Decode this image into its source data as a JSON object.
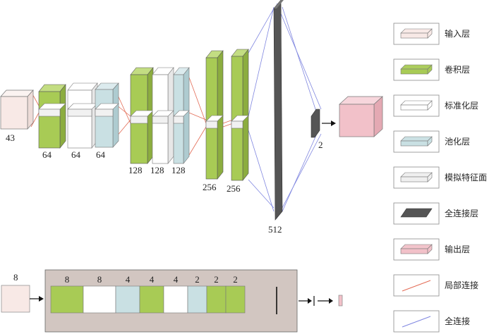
{
  "colors": {
    "input": "#f8e9e6",
    "conv": "#a8cb55",
    "norm": "#ffffff",
    "pool": "#c9e0e3",
    "virtual": "#efefef",
    "fc": "#555555",
    "output": "#f2c1c9",
    "local_line": "#e36b55",
    "full_line": "#7f86e0",
    "panel": "#d2c6c1"
  },
  "labels": {
    "input_size": "43",
    "block1": [
      "64",
      "64",
      "64"
    ],
    "block2": [
      "128",
      "128",
      "128"
    ],
    "block3": [
      "256",
      "256"
    ],
    "fc_size": "512",
    "output_size": "2"
  },
  "legend": [
    {
      "icon": "input",
      "label": "输入层"
    },
    {
      "icon": "conv",
      "label": "卷积层"
    },
    {
      "icon": "norm",
      "label": "标准化层"
    },
    {
      "icon": "pool",
      "label": "池化层"
    },
    {
      "icon": "virtual",
      "label": "模拟特征面"
    },
    {
      "icon": "fc",
      "label": "全连接层"
    },
    {
      "icon": "output",
      "label": "输出层"
    },
    {
      "icon": "local",
      "label": "局部连接"
    },
    {
      "icon": "full",
      "label": "全连接"
    }
  ],
  "bottom": {
    "input_label": "8",
    "cells": [
      {
        "type": "conv",
        "label": "8"
      },
      {
        "type": "norm",
        "label": "8"
      },
      {
        "type": "pool",
        "label": "4"
      },
      {
        "type": "conv",
        "label": "4"
      },
      {
        "type": "norm",
        "label": "4"
      },
      {
        "type": "pool",
        "label": "2"
      },
      {
        "type": "conv",
        "label": "2"
      },
      {
        "type": "conv",
        "label": "2"
      }
    ]
  }
}
